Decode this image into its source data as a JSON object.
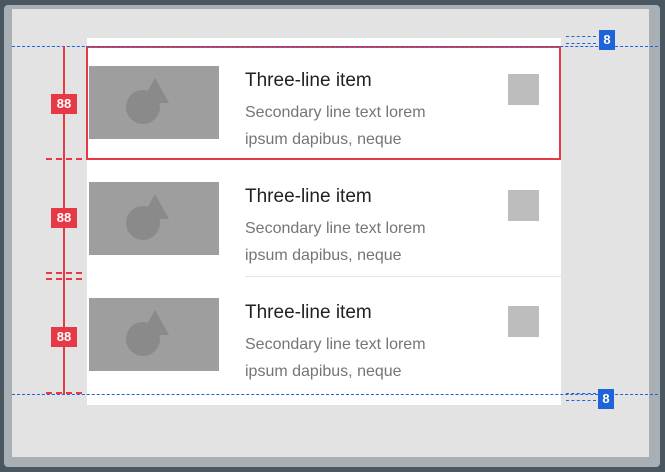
{
  "list": {
    "items": [
      {
        "title": "Three-line item",
        "line1": "Secondary line text lorem",
        "line2": "ipsum dapibus, neque",
        "thumbnail_icon": "image-placeholder-icon"
      },
      {
        "title": "Three-line item",
        "line1": "Secondary line text lorem",
        "line2": "ipsum dapibus, neque",
        "thumbnail_icon": "image-placeholder-icon"
      },
      {
        "title": "Three-line item",
        "line1": "Secondary line text lorem",
        "line2": "ipsum dapibus, neque",
        "thumbnail_icon": "image-placeholder-icon"
      }
    ]
  },
  "spec": {
    "row_height_labels": [
      "88",
      "88",
      "88"
    ],
    "padding_labels": [
      "8",
      "8"
    ]
  },
  "colors": {
    "annotation_red": "#e53945",
    "annotation_blue": "#1e63d8",
    "thumbnail": "#9e9e9e",
    "control": "#bdbdbd",
    "surface": "#ffffff",
    "canvas": "#e3e3e3"
  }
}
